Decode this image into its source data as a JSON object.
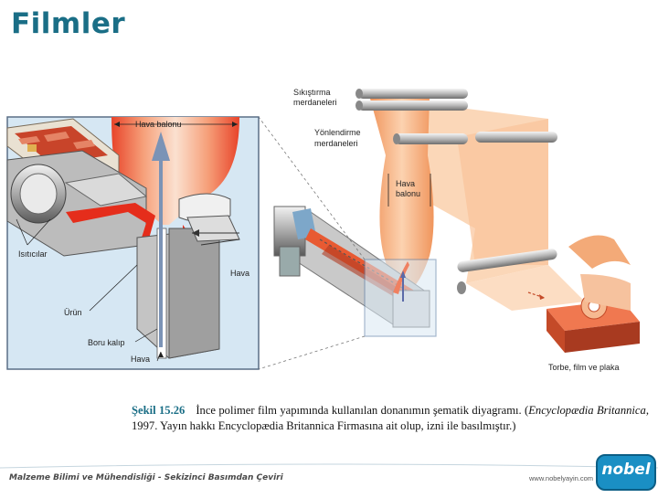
{
  "title": "Filmler",
  "labels": {
    "pinch_rollers": "Sıkıştırma",
    "pinch_rollers_2": "merdaneleri",
    "guide_rollers": "Yönlendirme",
    "guide_rollers_2": "merdaneleri",
    "bubble_main": "Hava",
    "bubble_main_2": "balonu",
    "bubble_detail": "Hava balonu",
    "heaters": "Isıtıcılar",
    "product": "Ürün",
    "tube_die": "Boru kalıp",
    "air_bottom": "Hava",
    "air_right": "Hava",
    "output": "Torbe, film ve plaka"
  },
  "caption": {
    "figure_number": "Şekil 15.26",
    "text_1": "İnce polimer film yapımında kullanılan donanımın şematik diyagramı. (",
    "source_italic": "Encyclopædia Britannica",
    "text_2": ", 1997. Yayın hakkı Encyclopædia Britannica Firmasına ait olup, izni ile basılmıştır.)"
  },
  "footer": {
    "book": "Malzeme Bilimi ve Mühendisliği - Sekizinci Basımdan Çeviri",
    "url": "www.nobelyayin.com",
    "logo": "nobel"
  },
  "colors": {
    "title": "#1a6e86",
    "film": "#f5b07a",
    "film_light": "#fbd3b0",
    "melt_red": "#e63a1e",
    "detail_bg": "#d8e8f2",
    "brick": "#c8442a"
  }
}
